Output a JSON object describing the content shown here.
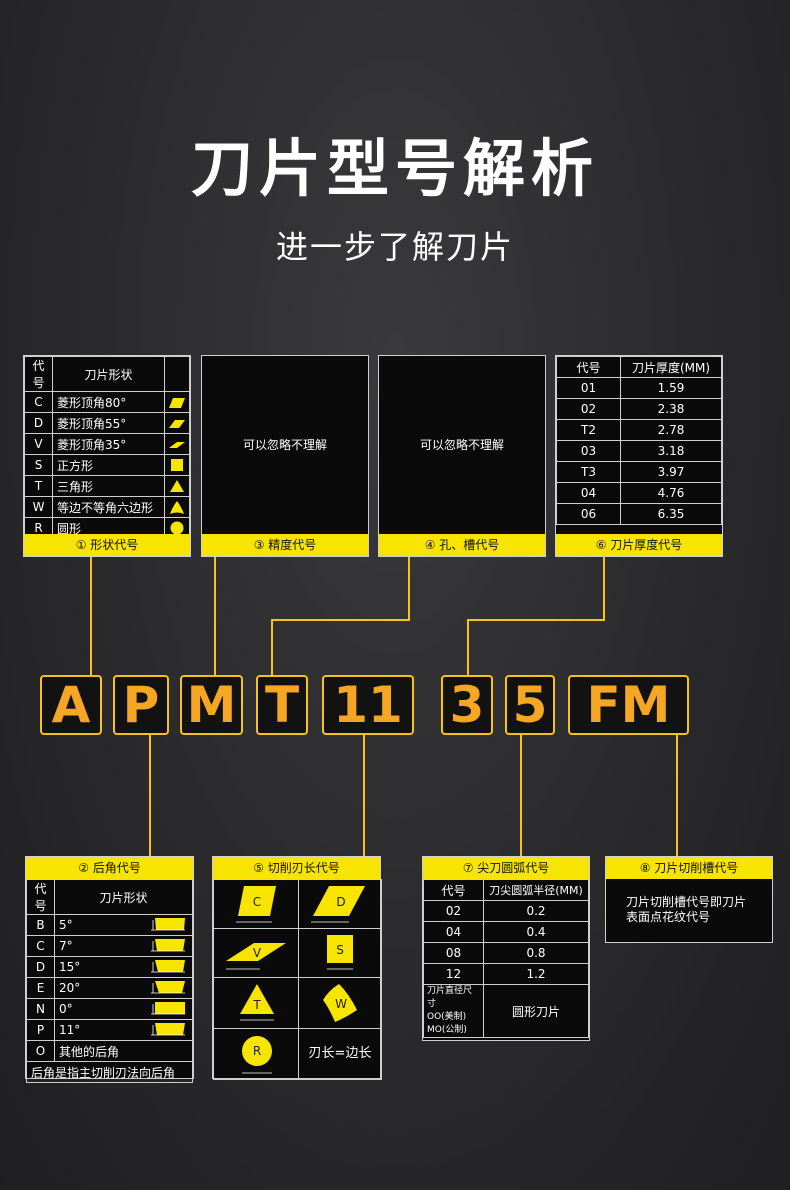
{
  "title": "刀片型号解析",
  "subtitle": "进一步了解刀片",
  "code_letters": [
    "A",
    "P",
    "M",
    "T",
    "11",
    "3",
    "5",
    "FM"
  ],
  "shape_table": {
    "header": [
      "代号",
      "刀片形状"
    ],
    "rows": [
      {
        "code": "C",
        "name": "菱形顶角80°",
        "icon": "rhombus-80-icon"
      },
      {
        "code": "D",
        "name": "菱形顶角55°",
        "icon": "rhombus-55-icon"
      },
      {
        "code": "V",
        "name": "菱形顶角35°",
        "icon": "rhombus-35-icon"
      },
      {
        "code": "S",
        "name": "正方形",
        "icon": "square-icon"
      },
      {
        "code": "T",
        "name": "三角形",
        "icon": "triangle-icon"
      },
      {
        "code": "W",
        "name": "等边不等角六边形",
        "icon": "trigon-icon"
      },
      {
        "code": "R",
        "name": "圆形",
        "icon": "circle-icon"
      }
    ],
    "caption": "① 形状代号"
  },
  "precision_panel": {
    "text": "可以忽略不理解",
    "caption": "③ 精度代号"
  },
  "hole_panel": {
    "text": "可以忽略不理解",
    "caption": "④ 孔、槽代号"
  },
  "thickness_table": {
    "header": [
      "代号",
      "刀片厚度(MM)"
    ],
    "rows": [
      {
        "code": "01",
        "value": "1.59"
      },
      {
        "code": "02",
        "value": "2.38"
      },
      {
        "code": "T2",
        "value": "2.78"
      },
      {
        "code": "03",
        "value": "3.18"
      },
      {
        "code": "T3",
        "value": "3.97"
      },
      {
        "code": "04",
        "value": "4.76"
      },
      {
        "code": "06",
        "value": "6.35"
      }
    ],
    "caption": "⑥ 刀片厚度代号"
  },
  "clearance_table": {
    "caption": "② 后角代号",
    "header": [
      "代号",
      "刀片形状"
    ],
    "rows": [
      {
        "code": "B",
        "angle": "5°"
      },
      {
        "code": "C",
        "angle": "7°"
      },
      {
        "code": "D",
        "angle": "15°"
      },
      {
        "code": "E",
        "angle": "20°"
      },
      {
        "code": "N",
        "angle": "0°"
      },
      {
        "code": "P",
        "angle": "11°"
      }
    ],
    "other": {
      "code": "O",
      "text": "其他的后角"
    },
    "footer": "后角是指主切削刃法向后角"
  },
  "edge_length": {
    "caption": "⑤ 切削刃长代号",
    "shapes": [
      "C",
      "D",
      "V",
      "S",
      "T",
      "W",
      "R"
    ],
    "note": "刃长=边长"
  },
  "nose_radius_table": {
    "caption": "⑦ 尖刀圆弧代号",
    "header": [
      "代号",
      "刀尖圆弧半径(MM)"
    ],
    "rows": [
      {
        "code": "02",
        "value": "0.2"
      },
      {
        "code": "04",
        "value": "0.4"
      },
      {
        "code": "08",
        "value": "0.8"
      },
      {
        "code": "12",
        "value": "1.2"
      }
    ],
    "last_left": [
      "刀片直径尺寸",
      "OO(美制)",
      "MO(公制)"
    ],
    "last_right": "圆形刀片"
  },
  "chipbreaker": {
    "caption": "⑧ 刀片切削槽代号",
    "text_line1": "刀片切削槽代号即刀片",
    "text_line2": "表面点花纹代号"
  },
  "colors": {
    "accent": "#f7e400",
    "letter": "#f5a623",
    "border": "#f7c21b"
  }
}
